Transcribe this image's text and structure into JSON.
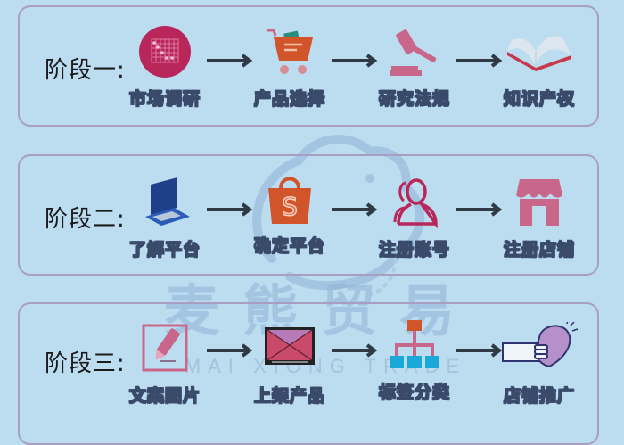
{
  "watermark": {
    "text_cn": "麦熊贸易",
    "text_en": "MAI XIONG TRADE"
  },
  "stages": [
    {
      "label": "阶段一:",
      "steps": [
        {
          "label": "市场调研",
          "icon": "market-research-chart-icon"
        },
        {
          "label": "产品选择",
          "icon": "shopping-cart-icon"
        },
        {
          "label": "研究法规",
          "icon": "gavel-icon"
        },
        {
          "label": "知识产权",
          "icon": "open-book-icon"
        }
      ]
    },
    {
      "label": "阶段二:",
      "steps": [
        {
          "label": "了解平台",
          "icon": "laptop-icon"
        },
        {
          "label": "确定平台",
          "icon": "shopee-bag-icon"
        },
        {
          "label": "注册账号",
          "icon": "users-icon"
        },
        {
          "label": "注册店铺",
          "icon": "storefront-icon"
        }
      ]
    },
    {
      "label": "阶段三:",
      "steps": [
        {
          "label": "文案图片",
          "icon": "pencil-edit-icon"
        },
        {
          "label": "上架产品",
          "icon": "monitor-listing-icon"
        },
        {
          "label": "标签分类",
          "icon": "hierarchy-icon"
        },
        {
          "label": "店铺推广",
          "icon": "hand-heart-icon"
        }
      ]
    }
  ],
  "colors": {
    "background": "#bcdcf0",
    "panel_border": "#a89ec0",
    "accent_crimson": "#b8265a",
    "accent_pink": "#c8678a",
    "accent_orange": "#d2542a",
    "arrow": "#2f3a44"
  }
}
